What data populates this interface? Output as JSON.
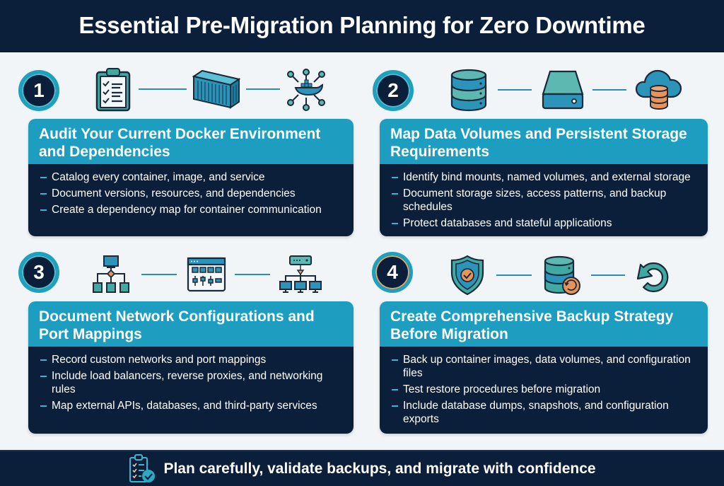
{
  "header": {
    "title": "Essential Pre-Migration Planning for Zero Downtime"
  },
  "sections": [
    {
      "number": "1",
      "icons": [
        "clipboard-checklist-icon",
        "shipping-container-icon",
        "docker-network-icon"
      ],
      "title": "Audit Your Current Docker Environment and Dependencies",
      "bullets": [
        "Catalog every container, image, and service",
        "Document versions, resources, and dependencies",
        "Create a dependency map for container communication"
      ]
    },
    {
      "number": "2",
      "icons": [
        "database-icon",
        "hard-drive-icon",
        "cloud-database-icon"
      ],
      "title": "Map Data Volumes and Persistent Storage Requirements",
      "bullets": [
        "Identify bind mounts, named volumes, and external storage",
        "Document storage sizes, access patterns, and backup schedules",
        "Protect databases and stateful applications"
      ]
    },
    {
      "number": "3",
      "icons": [
        "network-hierarchy-icon",
        "port-config-panel-icon",
        "load-balancer-network-icon"
      ],
      "title": "Document Network Configurations and Port Mappings",
      "bullets": [
        "Record custom networks and port mappings",
        "Include load balancers, reverse proxies, and networking rules",
        "Map external APIs, databases, and third-party services"
      ]
    },
    {
      "number": "4",
      "icons": [
        "shield-check-icon",
        "database-restore-icon",
        "undo-arrow-icon"
      ],
      "title": "Create Comprehensive Backup Strategy Before Migration",
      "bullets": [
        "Back up container images, data volumes, and configuration files",
        "Test restore procedures before migration",
        "Include database dumps, snapshots, and configuration exports"
      ]
    }
  ],
  "footer": {
    "icon": "clipboard-check-icon",
    "text": "Plan carefully, validate backups, and migrate with confidence"
  },
  "colors": {
    "navy": "#0c1f3a",
    "teal": "#1d9ec0",
    "teal_light": "#4bc1d6",
    "orange": "#e8935a",
    "background": "#f1f5f8"
  }
}
